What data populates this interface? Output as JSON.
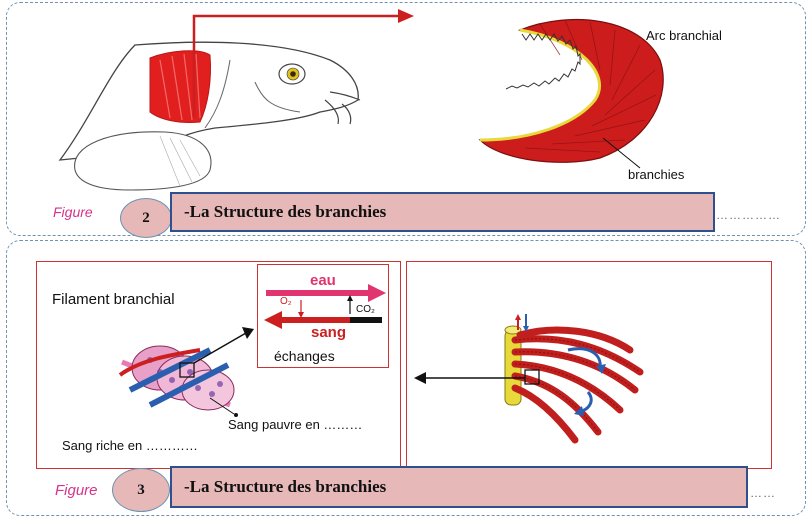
{
  "figure2": {
    "figure_word": "Figure",
    "number": "2",
    "banner_text": "-La Structure des branchies",
    "trail_dots": "……………",
    "label_arc": "Arc branchial",
    "label_branchies": "branchies"
  },
  "figure3": {
    "figure_word": "Figure",
    "number": "3",
    "banner_text": "-La Structure des branchies",
    "trail_dots": "……",
    "label_filament": "Filament branchial",
    "label_eau": "eau",
    "label_sang": "sang",
    "label_o2": "O₂",
    "label_co2": "CO₂",
    "label_echanges": "échanges",
    "label_sang_pauvre": "Sang pauvre en ………",
    "label_sang_riche": "Sang riche en …………"
  },
  "colors": {
    "panel_border": "#6c93b3",
    "banner_fill": "#e6b8b7",
    "banner_border": "#2f4f8f",
    "figure_label": "#d6338a",
    "gill_red": "#d42a2a",
    "arrow_red": "#cc1f1f",
    "water_pink": "#e0356e"
  }
}
